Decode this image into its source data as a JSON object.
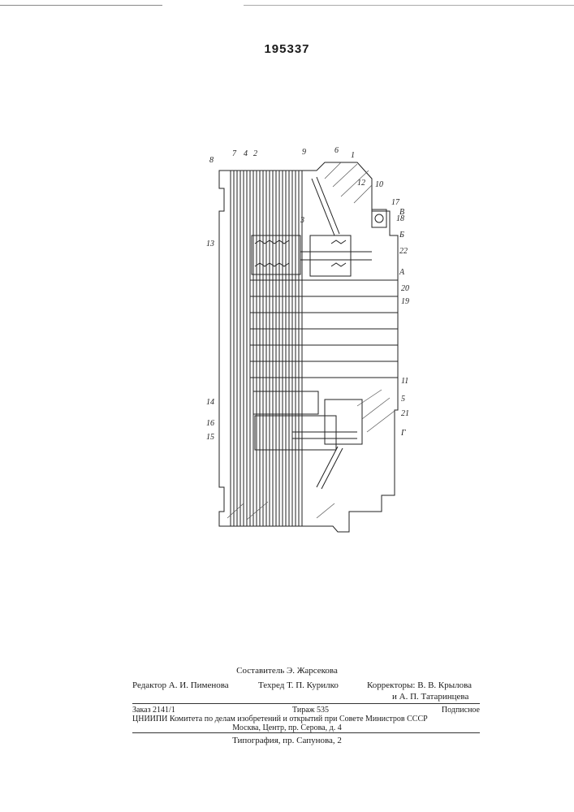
{
  "header": {
    "patent_number": "195337"
  },
  "drawing": {
    "callouts_left": [
      "8",
      "7",
      "4",
      "2",
      "13",
      "14",
      "16",
      "15"
    ],
    "callouts_top": [
      "9",
      "6",
      "1",
      "12",
      "10",
      "3"
    ],
    "callouts_right": [
      "17",
      "18",
      "В",
      "Б",
      "22",
      "А",
      "20",
      "19",
      "11",
      "5",
      "21",
      "Г"
    ]
  },
  "imprint": {
    "compiler": "Составитель Э. Жарсекова",
    "editor": "Редактор А. И. Пименова",
    "techred": "Техред Т. П. Курилко",
    "correctors_1": "Корректоры: В. В. Крылова",
    "correctors_2": "и А. П. Татаринцева",
    "order": "Заказ 2141/1",
    "run": "Тираж 535",
    "subscription": "Подписное",
    "institute_1": "ЦНИИПИ Комитета по делам изобретений и открытий при Совете Министров СССР",
    "institute_2": "Москва, Центр, пр. Серова, д. 4",
    "printing_house": "Типография, пр. Сапунова, 2"
  },
  "colors": {
    "ink": "#1a1a1a",
    "paper": "#ffffff"
  }
}
